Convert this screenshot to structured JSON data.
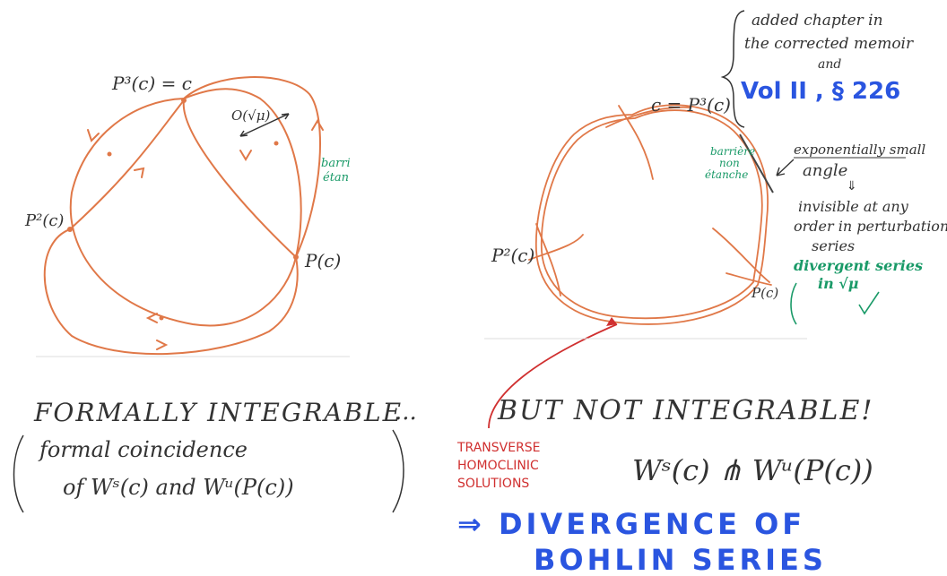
{
  "colors": {
    "orbit": "#e07848",
    "ink": "#333333",
    "green": "#1a9a68",
    "red": "#d03030",
    "blue": "#2a55e0"
  },
  "left_panel": {
    "label_p3c": "P³(c) = c",
    "label_p2c": "P²(c)",
    "label_pc": "P(c)",
    "label_order": "O(√μ)",
    "label_barrier": "barri\nétan"
  },
  "right_panel": {
    "label_c_p3c": "c = P³(c)",
    "label_p2c": "P²(c)",
    "label_pc": "P(c)",
    "label_barrier": "barrière\nnon\nétanche"
  },
  "notes": {
    "added_chapter_l1": "added chapter in",
    "added_chapter_l2": "the corrected memoir",
    "added_chapter_l3": "and",
    "vol_ref": "Vol II , § 226",
    "exp_small_l1": "exponentially small",
    "exp_small_l2": "angle",
    "exp_small_arrow": "⇓",
    "invisible_l1": "invisible at any",
    "invisible_l2": "order in perturbation",
    "invisible_l3": "series",
    "divergent_l1": "divergent series",
    "divergent_l2": "in √μ"
  },
  "bottom": {
    "formally_integrable": "FORMALLY INTEGRABLE",
    "dots": "...",
    "but_not_integrable": "BUT NOT INTEGRABLE!",
    "formal_l1": "formal coincidence",
    "formal_l2": "of Wˢ(c) and Wᵘ(P(c))",
    "transverse_l1": "TRANSVERSE",
    "transverse_l2": "HOMOCLINIC",
    "transverse_l3": "SOLUTIONS",
    "transversal_formula": "Wˢ(c) ⋔ Wᵘ(P(c))",
    "divergence_l1": "⇒ DIVERGENCE OF",
    "divergence_l2": "BOHLIN SERIES"
  }
}
